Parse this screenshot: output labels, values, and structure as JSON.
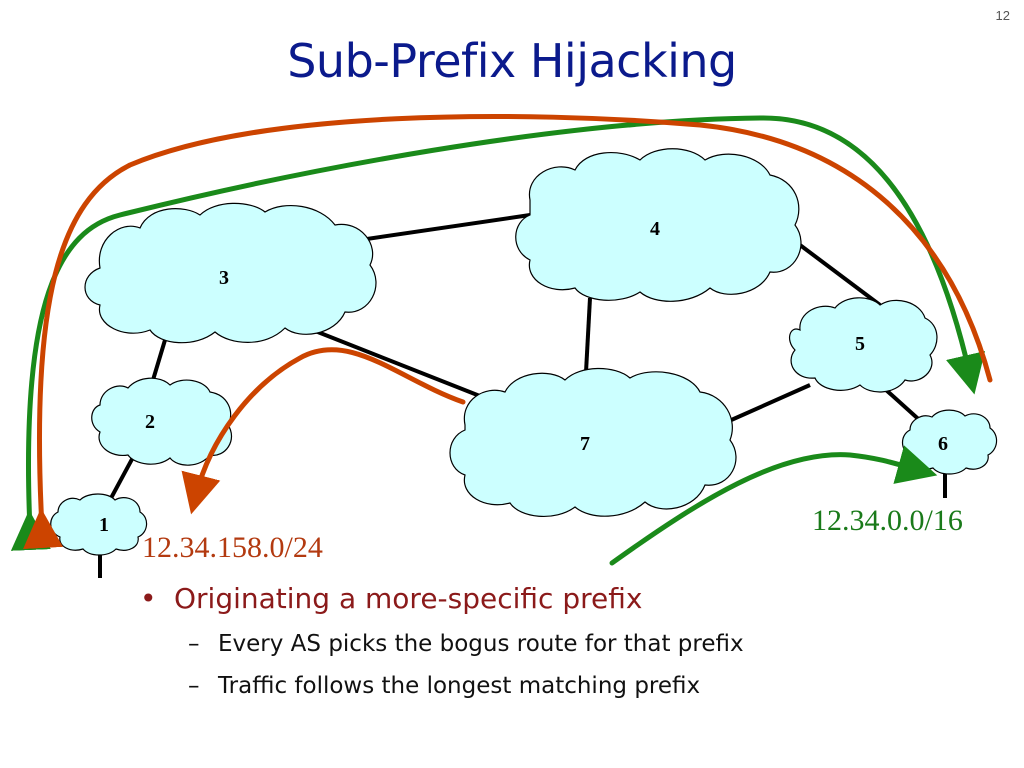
{
  "slide": {
    "number": "12",
    "title": "Sub-Prefix Hijacking"
  },
  "diagram": {
    "nodes": [
      {
        "id": "1",
        "label": "1"
      },
      {
        "id": "2",
        "label": "2"
      },
      {
        "id": "3",
        "label": "3"
      },
      {
        "id": "4",
        "label": "4"
      },
      {
        "id": "5",
        "label": "5"
      },
      {
        "id": "6",
        "label": "6"
      },
      {
        "id": "7",
        "label": "7"
      }
    ],
    "links": [
      [
        "1",
        "2"
      ],
      [
        "2",
        "3"
      ],
      [
        "3",
        "4"
      ],
      [
        "3",
        "7"
      ],
      [
        "4",
        "7"
      ],
      [
        "4",
        "5"
      ],
      [
        "5",
        "6"
      ],
      [
        "7",
        "5"
      ]
    ],
    "prefix_hijack": "12.34.158.0/24",
    "prefix_legit": "12.34.0.0/16",
    "colors": {
      "cloud_fill": "#ccffff",
      "hijack_arrow": "#cc4400",
      "legit_arrow": "#1a8a1a",
      "hijack_text": "#b33a10",
      "legit_text": "#1a7a1a"
    }
  },
  "bullets": {
    "main": "Originating a more-specific prefix",
    "subs": [
      "Every AS picks the bogus route for that prefix",
      "Traffic follows the longest matching prefix"
    ]
  }
}
